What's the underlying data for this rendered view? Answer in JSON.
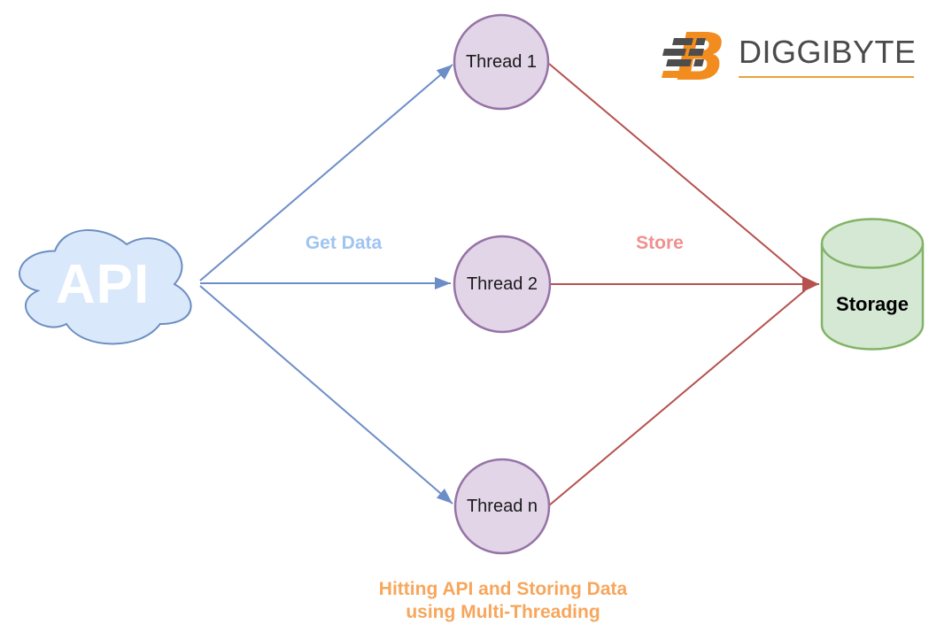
{
  "logo": {
    "brand": "DIGGIBYTE",
    "icon_letter": "B",
    "orange": "#F28C1E",
    "stripe_gray": "#4D4D4D",
    "text_color": "#4A4A4A",
    "underline_color": "#E8A23B"
  },
  "diagram": {
    "api_node": {
      "label": "API",
      "fill": "#DAE8FC",
      "stroke": "#6C8EBF",
      "text_color": "#FFFFFF"
    },
    "thread_style": {
      "fill": "#E1D5E7",
      "stroke": "#9673A6"
    },
    "thread_nodes": [
      {
        "label": "Thread 1"
      },
      {
        "label": "Thread 2"
      },
      {
        "label": "Thread n"
      }
    ],
    "storage_node": {
      "label": "Storage",
      "fill": "#D5E8D4",
      "stroke": "#82B366"
    },
    "edge_labels": {
      "get_data": {
        "text": "Get Data",
        "color": "#9FC4F2"
      },
      "store": {
        "text": "Store",
        "color": "#F0908F"
      }
    },
    "edge_colors": {
      "blue": "#6D8DC7",
      "red": "#B5524F"
    },
    "caption": {
      "line1": "Hitting API and Storing Data",
      "line2": "using Multi-Threading",
      "color": "#F7A65C"
    }
  }
}
